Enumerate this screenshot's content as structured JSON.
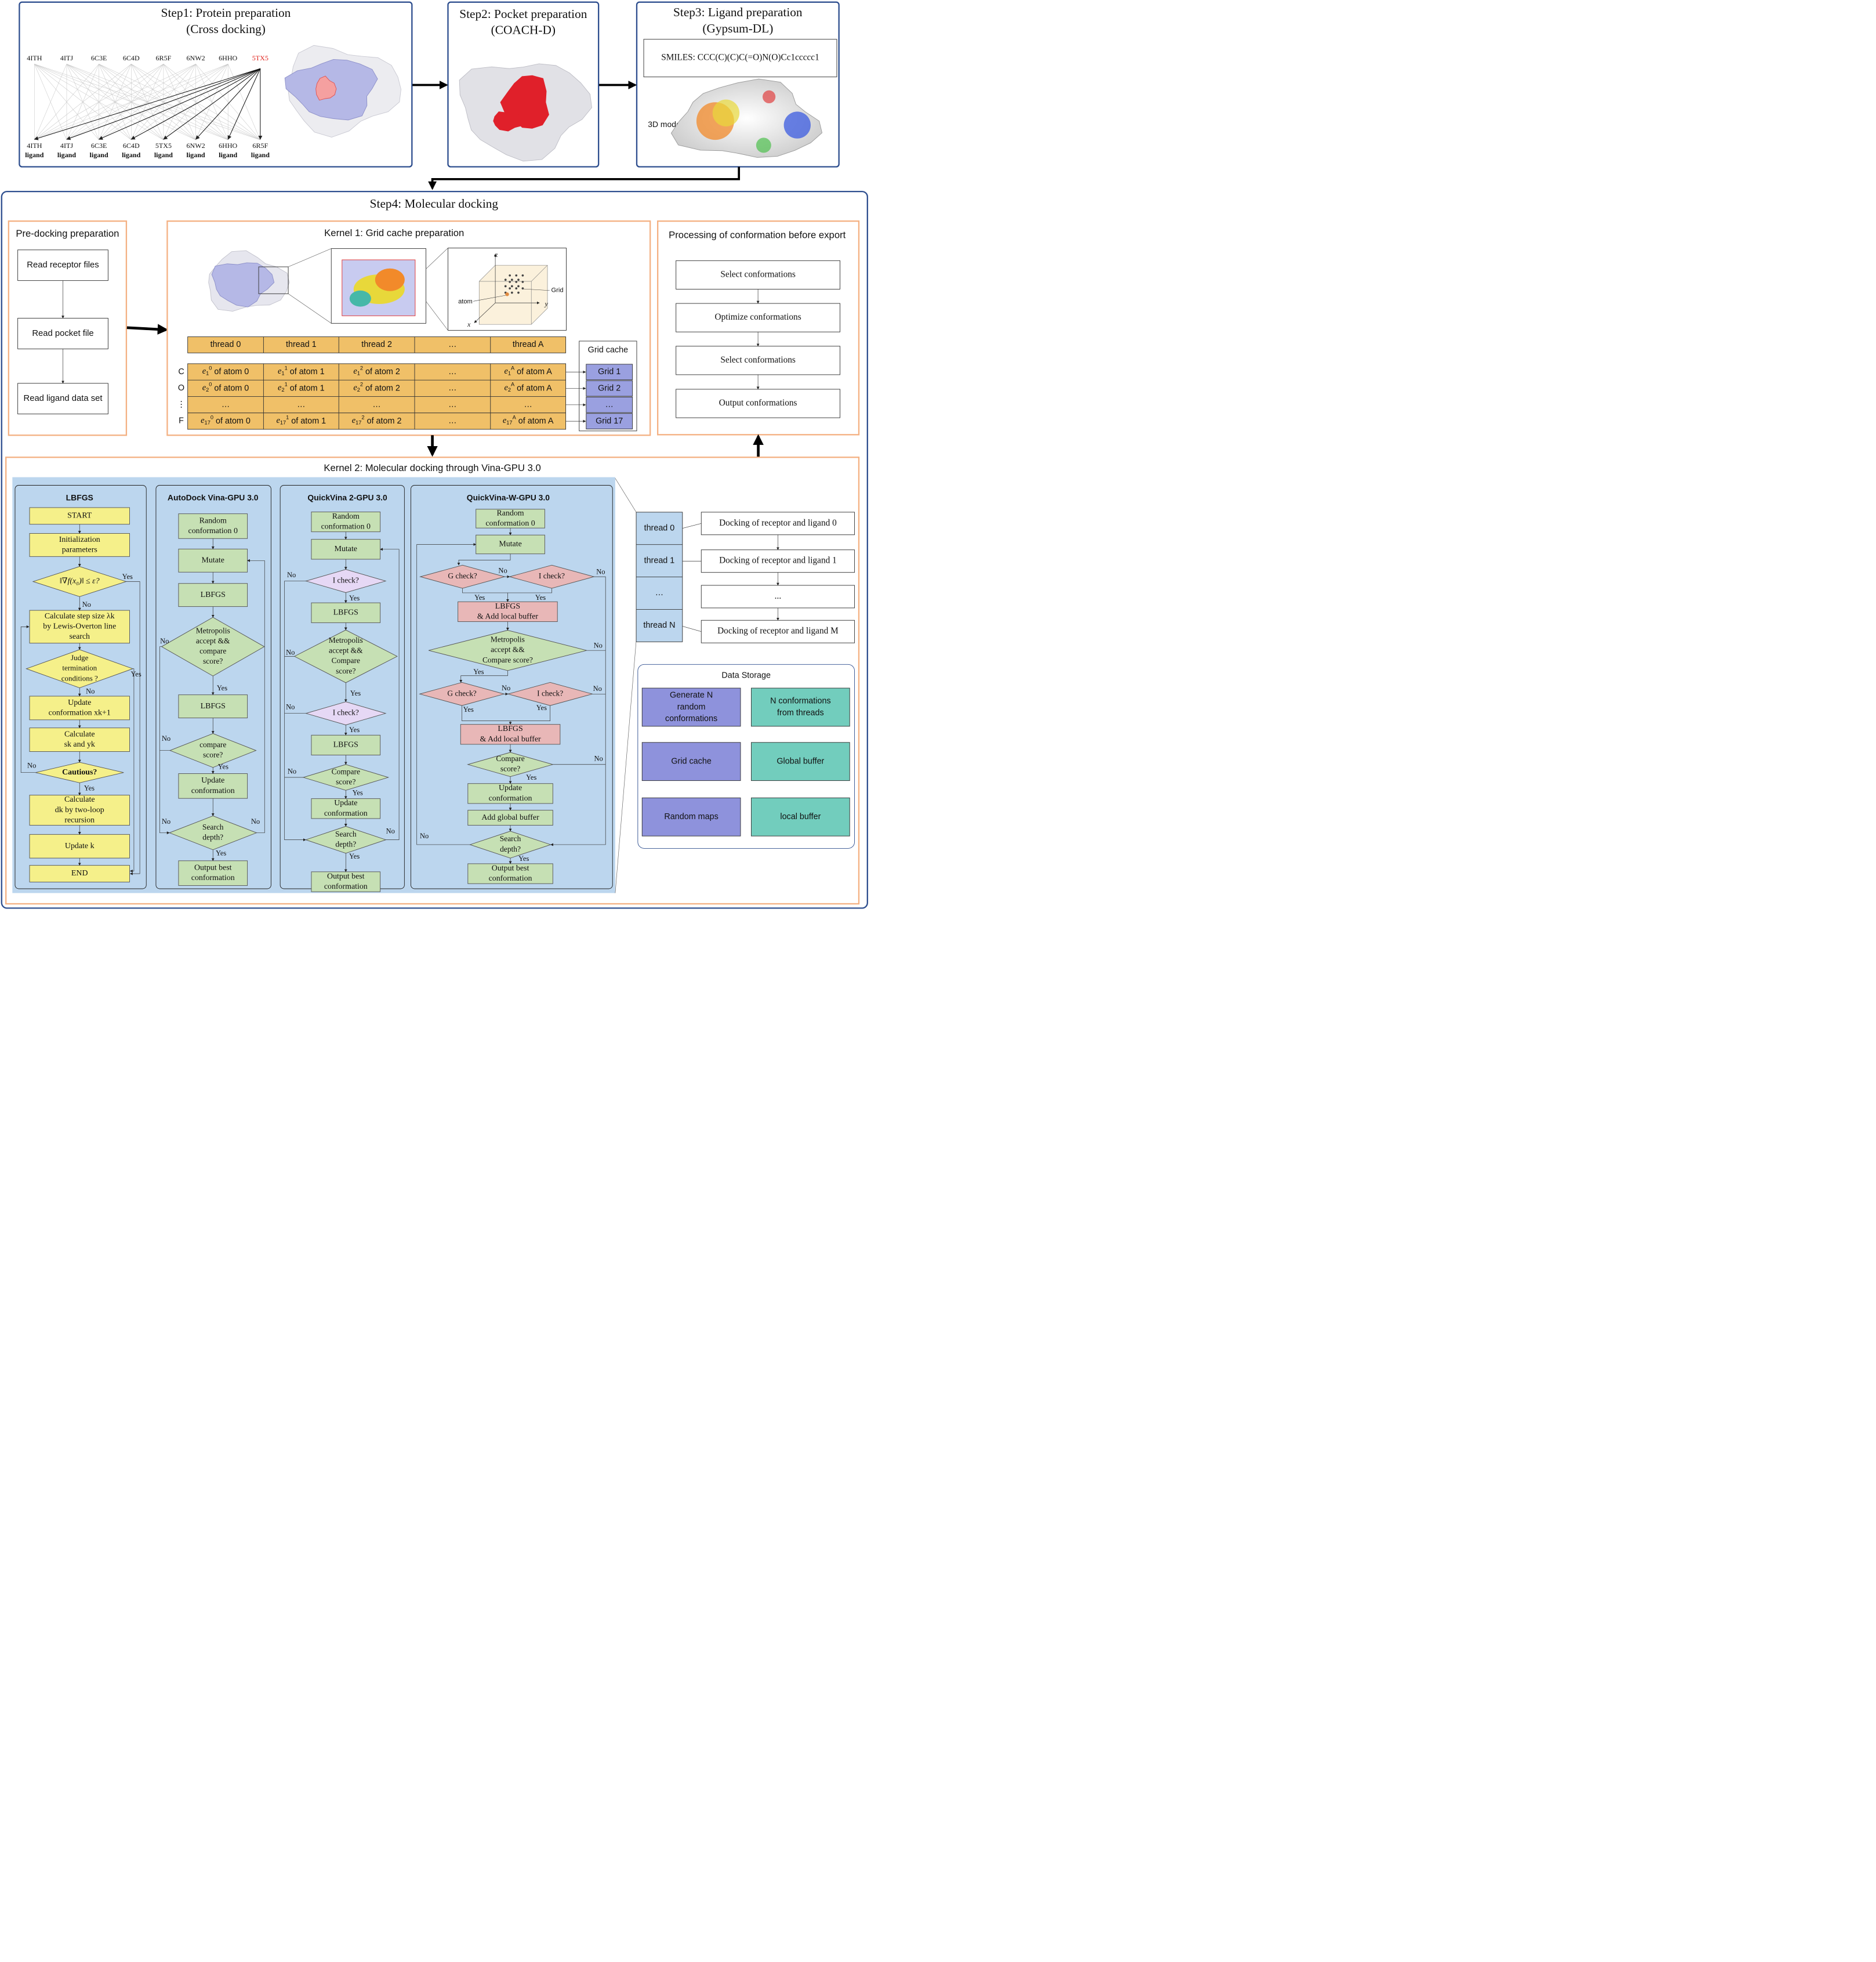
{
  "step1": {
    "title": "Step1:  Protein preparation",
    "subtitle": "(Cross docking)",
    "proteins": [
      "4ITH",
      "4ITJ",
      "6C3E",
      "6C4D",
      "6R5F",
      "6NW2",
      "6HHO",
      "5TX5"
    ],
    "ligands": [
      "4ITH",
      "4ITJ",
      "6C3E",
      "6C4D",
      "5TX5",
      "6NW2",
      "6HHO",
      "6R5F"
    ],
    "ligand_word": "ligand"
  },
  "step2": {
    "title": "Step2: Pocket preparation",
    "subtitle": "(COACH-D)"
  },
  "step3": {
    "title": "Step3: Ligand preparation",
    "subtitle": "(Gypsum-DL)",
    "smiles": "SMILES: CCC(C)(C)C(=O)N(O)Cc1ccccc1",
    "model_label": "3D model:"
  },
  "step4": {
    "title": "Step4: Molecular docking"
  },
  "predock": {
    "title": "Pre-docking preparation",
    "items": [
      "Read receptor files",
      "Read pocket file",
      "Read ligand data set"
    ]
  },
  "kernel1": {
    "title": "Kernel 1: Grid cache preparation",
    "grid_label": "Grid",
    "atom_label": "atom",
    "axes": [
      "z",
      "y",
      "x"
    ],
    "threads": [
      "thread 0",
      "thread 1",
      "thread 2",
      "…",
      "thread A"
    ],
    "row_labels": [
      "C",
      "O",
      "⋮",
      "F"
    ],
    "grid_cache_title": "Grid cache",
    "grid_cache": [
      "Grid 1",
      "Grid 2",
      "…",
      "Grid 17"
    ],
    "of_atom": [
      "of atom 0",
      "of atom 1",
      "of atom 2",
      "of atom A"
    ],
    "e_subscripts": [
      "1",
      "2",
      "17"
    ],
    "e_superscripts": [
      "0",
      "1",
      "2",
      "A"
    ],
    "ellipsis": "…"
  },
  "export": {
    "title": "Processing of conformation before export",
    "items": [
      "Select conformations",
      "Optimize conformations",
      "Select conformations",
      "Output conformations"
    ]
  },
  "kernel2": {
    "title": "Kernel 2:  Molecular docking through Vina-GPU 3.0",
    "lbfgs": {
      "title": "LBFGS",
      "start": "START",
      "init": [
        "Initialization",
        "parameters"
      ],
      "cond": "‖∇f(x₀)‖ ≤ ε?",
      "step": [
        "Calculate step size λk",
        "by Lewis-Overton line",
        "search"
      ],
      "judge": [
        "Judge",
        "termination",
        "conditions ?"
      ],
      "update_conf": [
        "Update",
        "conformation xk+1"
      ],
      "calc_sy": [
        "Calculate",
        "sk and yk"
      ],
      "cautious": "Cautious?",
      "calc_d": [
        "Calculate",
        "dk by two-loop",
        "recursion"
      ],
      "update_k": "Update k",
      "end": "END"
    },
    "autodock": {
      "title": "AutoDock Vina-GPU 3.0",
      "random": [
        "Random",
        "conformation 0"
      ],
      "mutate": "Mutate",
      "lbfgs": "LBFGS",
      "metropolis": [
        "Metropolis",
        "accept &&",
        "compare",
        "score?"
      ],
      "compare": [
        "compare",
        "score?"
      ],
      "update": [
        "Update",
        "conformation"
      ],
      "search": [
        "Search",
        "depth?"
      ],
      "output": [
        "Output best",
        "conformation"
      ]
    },
    "quickvina2": {
      "title": "QuickVina 2-GPU 3.0",
      "random": [
        "Random",
        "conformation 0"
      ],
      "mutate": "Mutate",
      "icheck": "I check?",
      "lbfgs": "LBFGS",
      "metropolis": [
        "Metropolis",
        "accept &&",
        "Compare",
        "score?"
      ],
      "compare": [
        "Compare",
        "score?"
      ],
      "update": [
        "Update",
        "conformation"
      ],
      "search": [
        "Search",
        "depth?"
      ],
      "output": [
        "Output best",
        "conformation"
      ]
    },
    "quickvinaw": {
      "title": "QuickVina-W-GPU 3.0",
      "random": [
        "Random",
        "conformation 0"
      ],
      "mutate": "Mutate",
      "gcheck": "G check?",
      "icheck": "I check?",
      "lbfgs_add": [
        "LBFGS",
        "& Add local buffer"
      ],
      "metropolis": [
        "Metropolis",
        "accept &&",
        "Compare score?"
      ],
      "compare": [
        "Compare",
        "score?"
      ],
      "update": [
        "Update",
        "conformation"
      ],
      "add_global": "Add global buffer",
      "search": [
        "Search",
        "depth?"
      ],
      "output": [
        "Output best",
        "conformation"
      ]
    },
    "yes": "Yes",
    "no": "No",
    "threads": [
      "thread 0",
      "thread 1",
      "…",
      "thread N"
    ],
    "docking": [
      "Docking of receptor and ligand 0",
      "Docking of receptor and ligand 1",
      "...",
      "Docking of receptor and ligand M"
    ],
    "storage": {
      "title": "Data Storage",
      "items": [
        [
          "Generate N",
          "random",
          "conformations"
        ],
        [
          "N conformations",
          "from threads"
        ],
        [
          "Grid cache"
        ],
        [
          "Global buffer"
        ],
        [
          "Random maps"
        ],
        [
          "local buffer"
        ]
      ]
    }
  },
  "colors": {
    "navy": "#2f4f8f",
    "orange": "#f4b183",
    "thread_fill": "#f0c068",
    "grid_fill": "#9aa0e0",
    "panel_blue": "#bcd6ee",
    "yellow": "#f5f08a",
    "green": "#c6e0b4",
    "pink": "#e8b7b7",
    "purple": "#e6d8f5",
    "teal": "#72cdbd",
    "violet": "#8e92dc",
    "red_text": "#e0201a"
  }
}
